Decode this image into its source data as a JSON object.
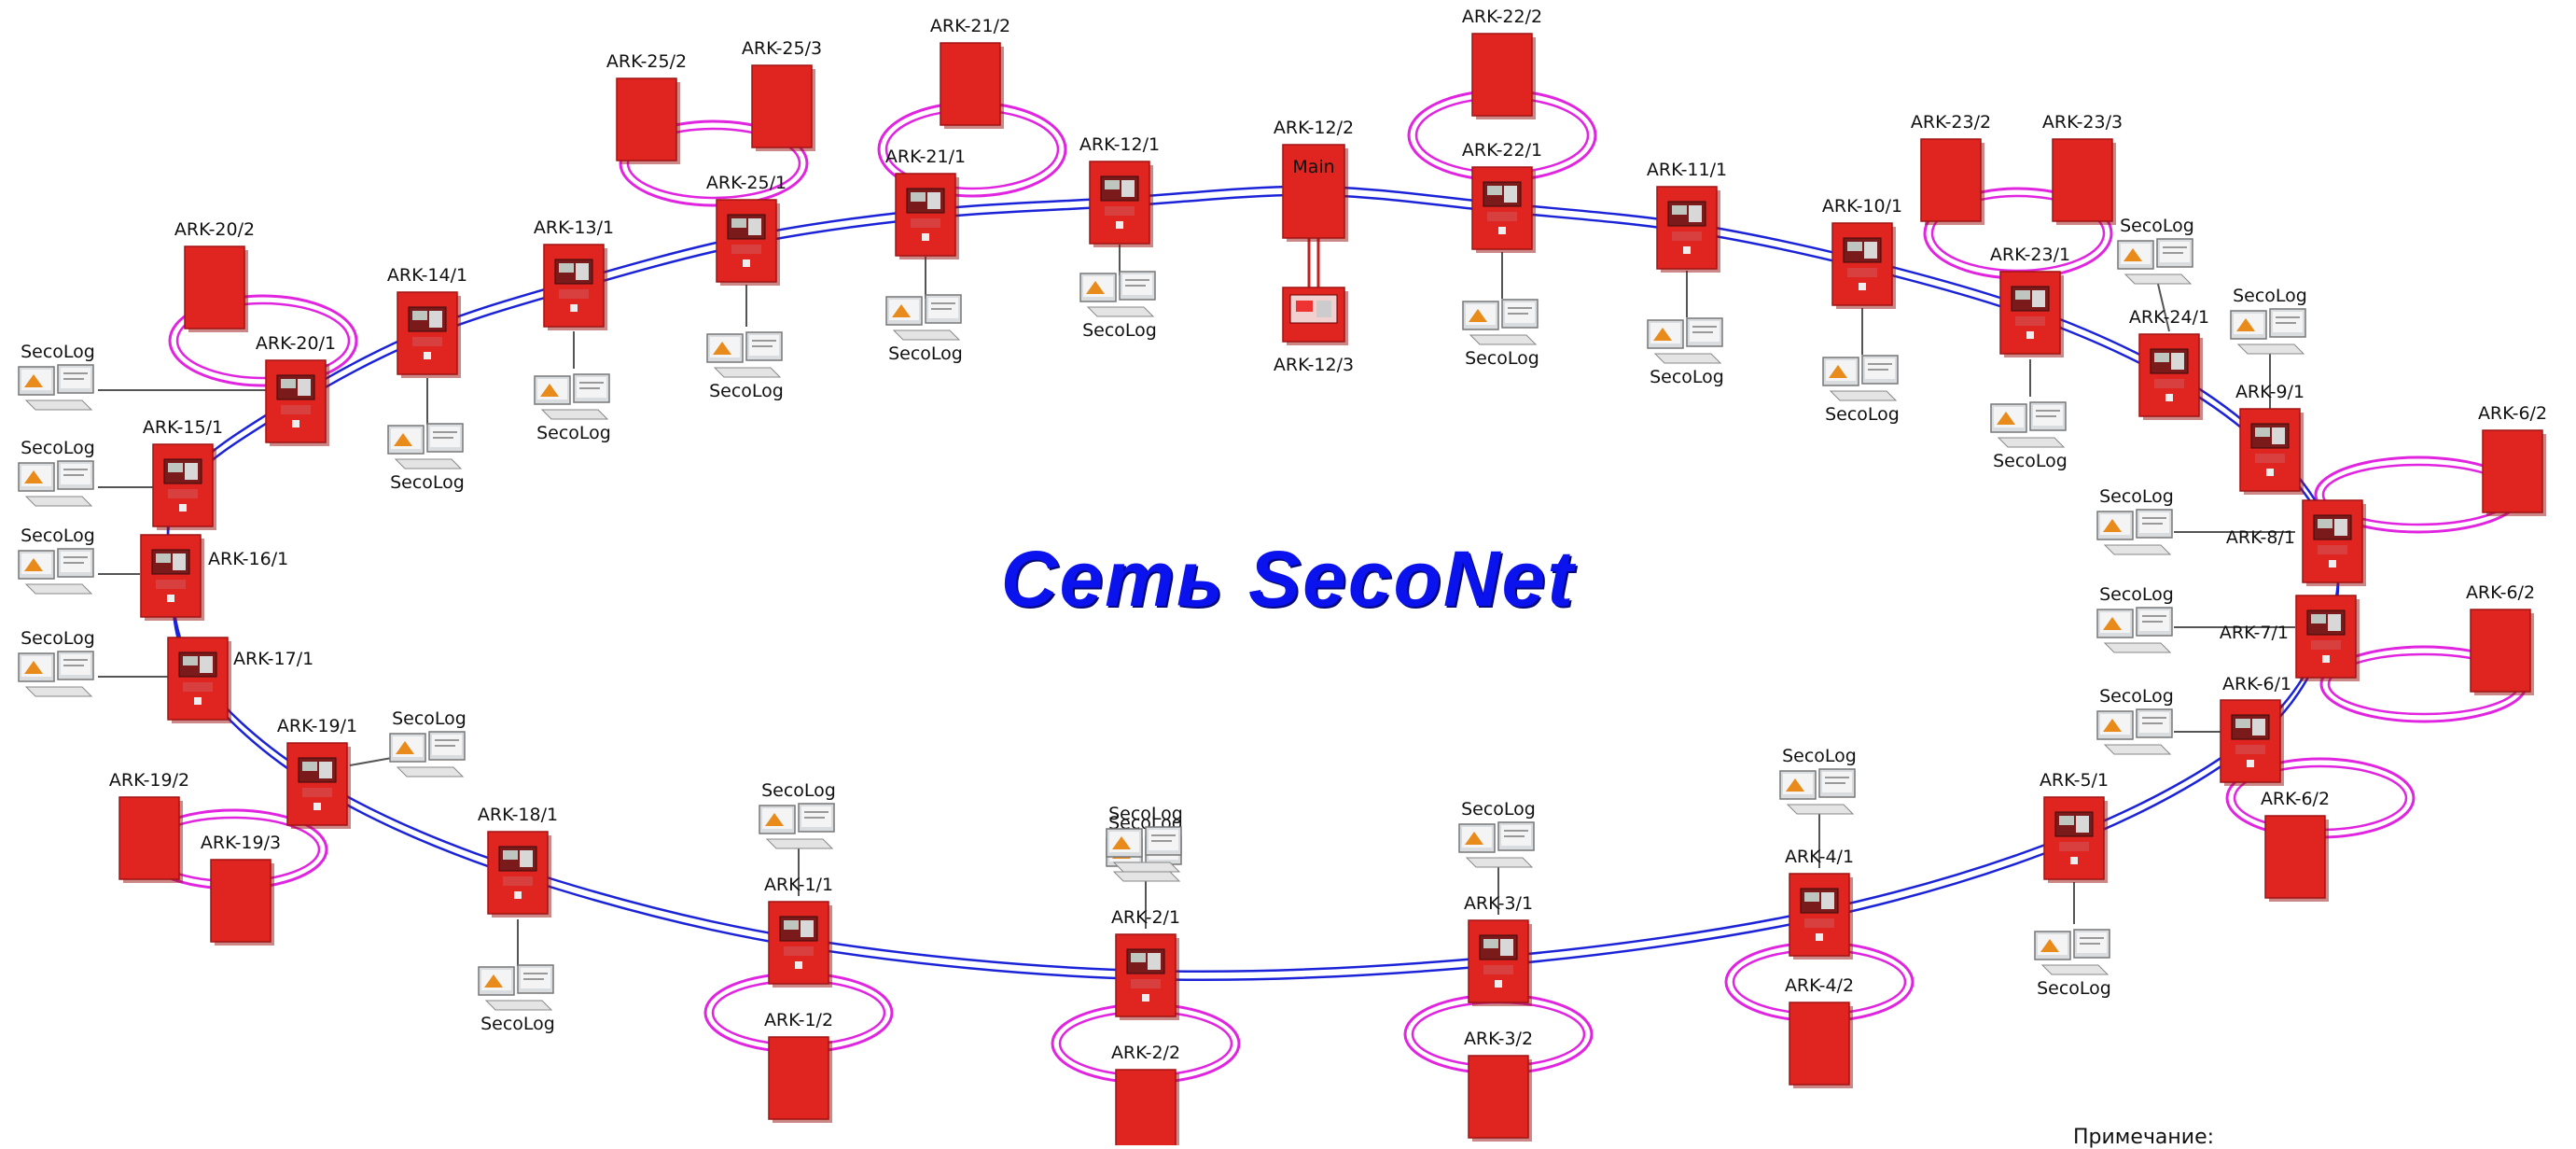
{
  "title": "Сеть SecoNet",
  "note_label": "Примечание:",
  "colors": {
    "panel": "#e02420",
    "ring": "#1b23d8",
    "loop": "#e024e0",
    "title": "#0a12ee"
  },
  "workstation_label": "SecoLog",
  "main_label": "Main",
  "panels": [
    {
      "id": "ARK-1/1"
    },
    {
      "id": "ARK-1/2"
    },
    {
      "id": "ARK-2/1"
    },
    {
      "id": "ARK-2/2"
    },
    {
      "id": "ARK-3/1"
    },
    {
      "id": "ARK-3/2"
    },
    {
      "id": "ARK-4/1"
    },
    {
      "id": "ARK-4/2"
    },
    {
      "id": "ARK-5/1"
    },
    {
      "id": "ARK-6/1"
    },
    {
      "id": "ARK-6/2"
    },
    {
      "id": "ARK-6/2"
    },
    {
      "id": "ARK-6/2"
    },
    {
      "id": "ARK-7/1"
    },
    {
      "id": "ARK-8/1"
    },
    {
      "id": "ARK-9/1"
    },
    {
      "id": "ARK-24/1"
    },
    {
      "id": "ARK-23/1"
    },
    {
      "id": "ARK-23/2"
    },
    {
      "id": "ARK-23/3"
    },
    {
      "id": "ARK-10/1"
    },
    {
      "id": "ARK-11/1"
    },
    {
      "id": "ARK-22/1"
    },
    {
      "id": "ARK-22/2"
    },
    {
      "id": "ARK-12/2"
    },
    {
      "id": "ARK-12/3"
    },
    {
      "id": "ARK-12/1"
    },
    {
      "id": "ARK-21/1"
    },
    {
      "id": "ARK-21/2"
    },
    {
      "id": "ARK-25/1"
    },
    {
      "id": "ARK-25/2"
    },
    {
      "id": "ARK-25/3"
    },
    {
      "id": "ARK-13/1"
    },
    {
      "id": "ARK-14/1"
    },
    {
      "id": "ARK-20/1"
    },
    {
      "id": "ARK-20/2"
    },
    {
      "id": "ARK-15/1"
    },
    {
      "id": "ARK-16/1"
    },
    {
      "id": "ARK-17/1"
    },
    {
      "id": "ARK-19/1"
    },
    {
      "id": "ARK-19/2"
    },
    {
      "id": "ARK-19/3"
    },
    {
      "id": "ARK-18/1"
    }
  ],
  "workstation_count": 26
}
